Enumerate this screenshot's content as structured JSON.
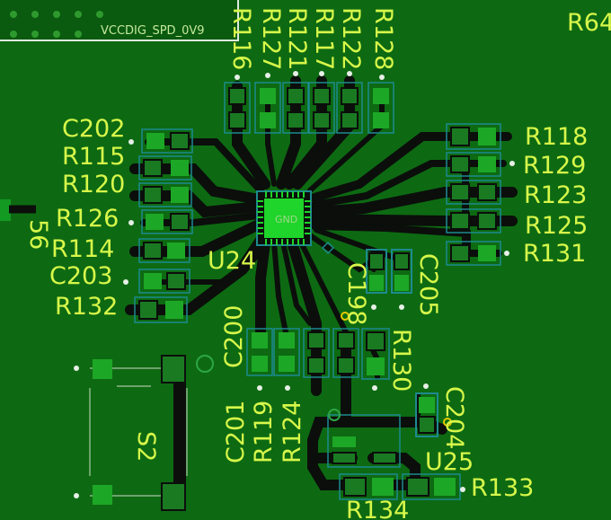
{
  "app": {
    "title": "PCB layout view"
  },
  "nets": {
    "vccdig": "VCCDIG_SPD_0V9",
    "gnd": "GND"
  },
  "colors": {
    "board": "#0d6a12",
    "copper": "#0a5a0f",
    "trace": "#0b0e0b",
    "pad": "#139a22",
    "pad_bright": "#1fd42a",
    "silk": "#d7f74a",
    "outline": "#1d8a8f",
    "via": "#e6efe6"
  },
  "parts": {
    "top_left_labels": [
      "R116",
      "R127",
      "R121",
      "R117",
      "R122",
      "R128"
    ],
    "r64": "R64",
    "c202": "C202",
    "r115": "R115",
    "r120": "R120",
    "r126": "R126",
    "r114": "R114",
    "c203": "C203",
    "r132": "R132",
    "r118": "R118",
    "r129": "R129",
    "r123": "R123",
    "r125": "R125",
    "r131": "R131",
    "u24": "U24",
    "c198": "C198",
    "c205": "C205",
    "r130": "R130",
    "c200": "C200",
    "c201": "C201",
    "r119": "R119",
    "r124": "R124",
    "c204": "C204",
    "u25": "U25",
    "r133": "R133",
    "r134": "R134",
    "s2": "S2",
    "edge_fragment": "56"
  }
}
